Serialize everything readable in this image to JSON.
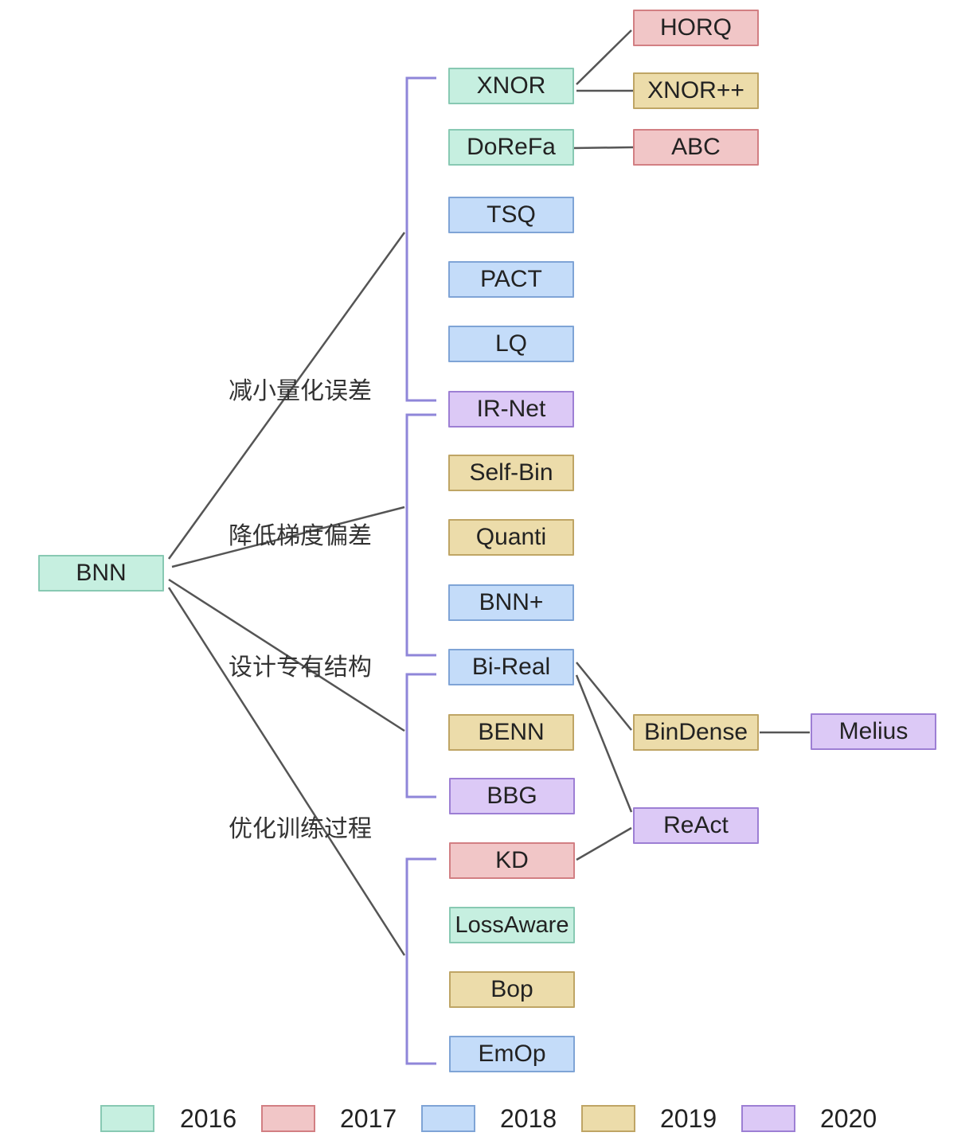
{
  "root": "BNN",
  "categories": [
    "减小量化误差",
    "降低梯度偏差",
    "设计专有结构",
    "优化训练过程"
  ],
  "methods": {
    "xnor": "XNOR",
    "dorefa": "DoReFa",
    "tsq": "TSQ",
    "pact": "PACT",
    "lq": "LQ",
    "irnet": "IR-Net",
    "selfbin": "Self-Bin",
    "quanti": "Quanti",
    "bnnplus": "BNN+",
    "bireal": "Bi-Real",
    "benn": "BENN",
    "bbg": "BBG",
    "kd": "KD",
    "lossaware": "LossAware",
    "bop": "Bop",
    "emop": "EmOp"
  },
  "successors": {
    "horq": "HORQ",
    "xnorpp": "XNOR++",
    "abc": "ABC",
    "bindense": "BinDense",
    "melius": "Melius",
    "react": "ReAct"
  },
  "node_years": {
    "root": "2016",
    "xnor": "2016",
    "dorefa": "2016",
    "tsq": "2018",
    "pact": "2018",
    "lq": "2018",
    "irnet": "2020",
    "selfbin": "2019",
    "quanti": "2019",
    "bnnplus": "2018",
    "bireal": "2018",
    "benn": "2019",
    "bbg": "2020",
    "kd": "2017",
    "lossaware": "2016",
    "bop": "2019",
    "emop": "2018",
    "horq": "2017",
    "xnorpp": "2019",
    "abc": "2017",
    "bindense": "2019",
    "melius": "2020",
    "react": "2020"
  },
  "legend": [
    {
      "year": "2016",
      "color": "#c6efe0"
    },
    {
      "year": "2017",
      "color": "#f1c6c7"
    },
    {
      "year": "2018",
      "color": "#c4dcf9"
    },
    {
      "year": "2019",
      "color": "#ecdcaa"
    },
    {
      "year": "2020",
      "color": "#dcc9f6"
    }
  ],
  "colors": {
    "bracket": "#8f86d9",
    "connector": "#555555"
  }
}
